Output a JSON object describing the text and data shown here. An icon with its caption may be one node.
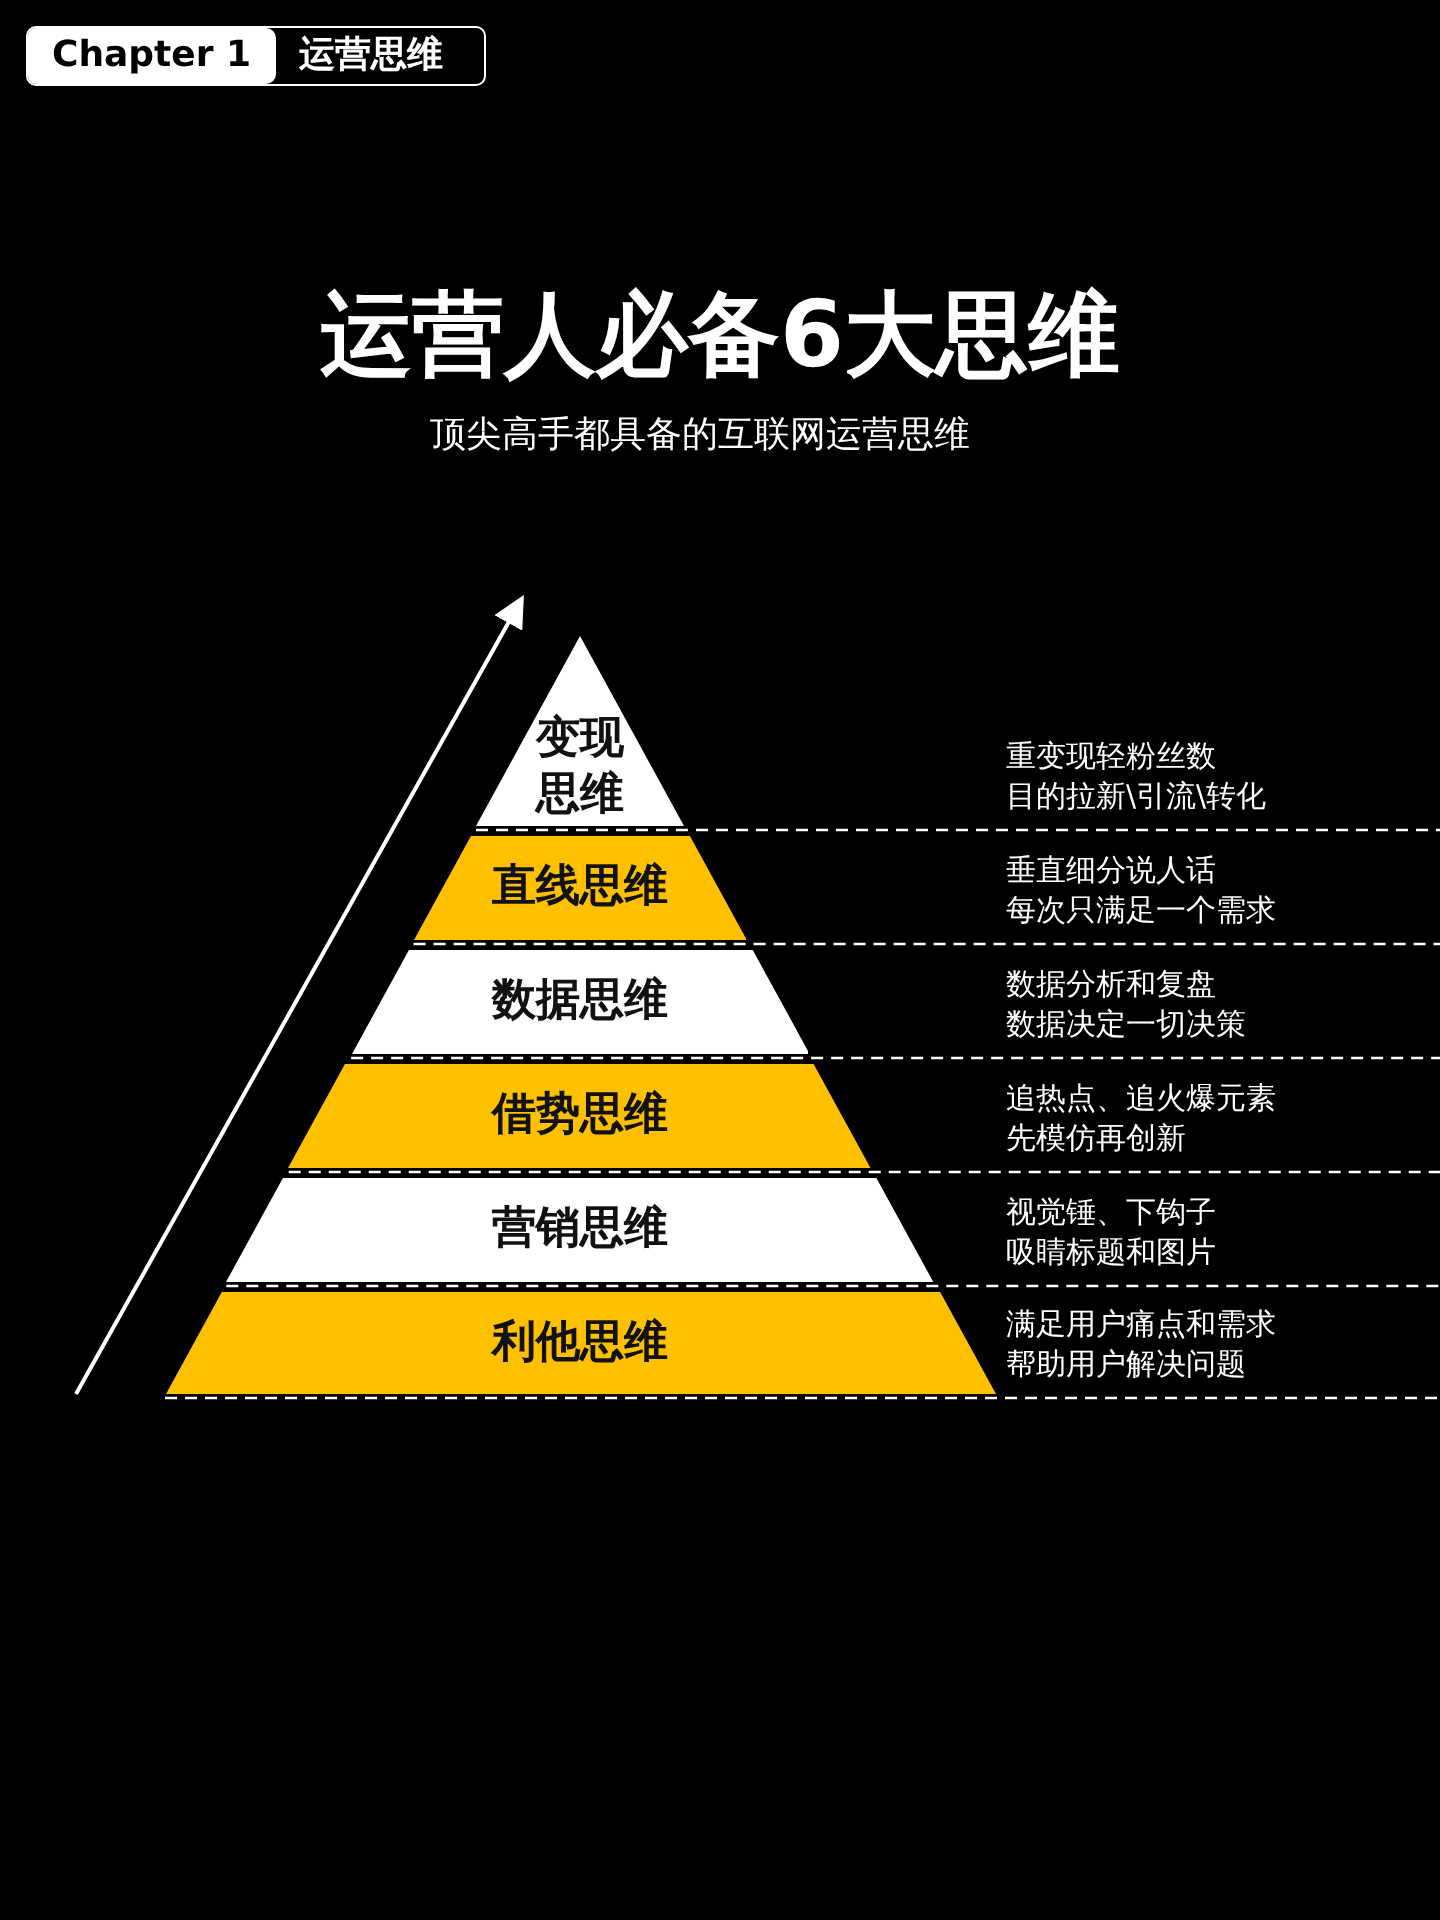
{
  "diagram": {
    "title": "运营人必备6大思维",
    "nodes": [
      {
        "text": [
          "Chapter 1",
          "运营思维"
        ]
      },
      {
        "text": [
          "变现思维"
        ],
        "beside": [
          "重变现轻粉丝数",
          "目的拉新\\引流\\转化"
        ]
      },
      {
        "text": [
          "直线思维"
        ],
        "beside": [
          "垂直细分说人话",
          "每次只满足一个需求"
        ]
      },
      {
        "text": [
          "数据思维"
        ],
        "beside": [
          "数据分析和复盘",
          "数据决定一切决策"
        ]
      },
      {
        "text": [
          "借势思维"
        ],
        "beside": [
          "追热点、追火爆元素",
          "先模仿再创新"
        ]
      },
      {
        "text": [
          "营销思维"
        ],
        "beside": [
          "视觉锤、下钩子",
          "吸睛标题和图片"
        ]
      },
      {
        "text": [
          "利他思维"
        ],
        "beside": [
          "满足用户痛点和需求",
          "帮助用户解决问题"
        ]
      }
    ],
    "labels": [
      "顶尖高手都具备的互联网运营思维"
    ]
  }
}
